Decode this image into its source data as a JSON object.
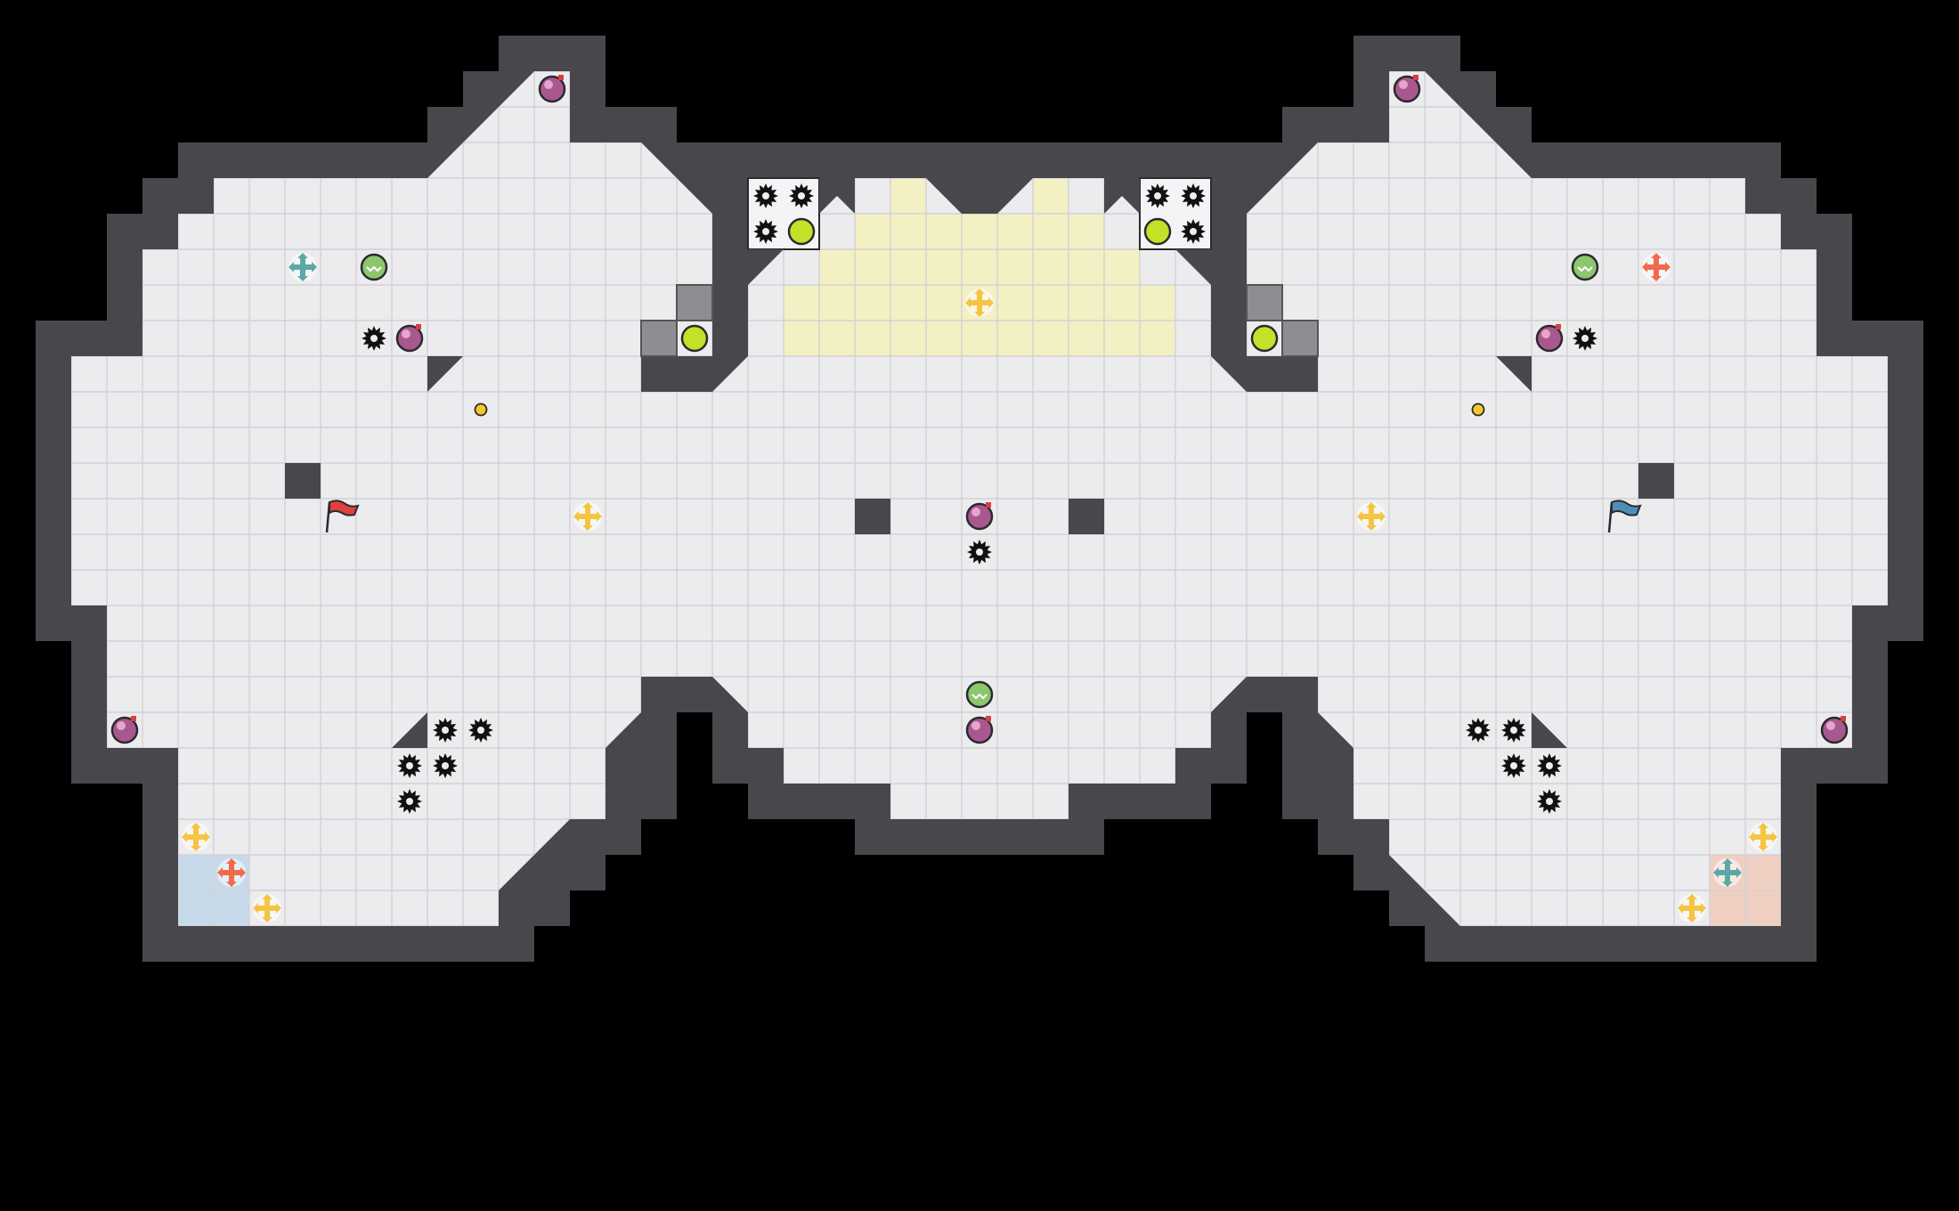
{
  "board": {
    "cols": 55,
    "rows": 34,
    "colors": {
      "background": "#000000",
      "wall": "#47474c",
      "floor": "#ececee",
      "grid": "#d2d2d6",
      "pad_yellow": "#f3f0c4",
      "base_blue": "#c7daea",
      "base_red": "#f0cfc3"
    }
  },
  "flags": [
    {
      "team": "red",
      "icon": "red-flag-icon",
      "color": "#e0413a",
      "col": 9.5,
      "row": 14.5
    },
    {
      "team": "blue",
      "icon": "blue-flag-icon",
      "color": "#4f8fb5",
      "col": 45.5,
      "row": 14.5
    }
  ],
  "powerups": [
    {
      "icon": "pink-bomb-icon",
      "col": 15.5,
      "row": 2.5
    },
    {
      "icon": "pink-bomb-icon",
      "col": 39.5,
      "row": 2.5
    },
    {
      "icon": "pink-bomb-icon",
      "col": 11.5,
      "row": 9.5
    },
    {
      "icon": "pink-bomb-icon",
      "col": 43.5,
      "row": 9.5
    },
    {
      "icon": "pink-bomb-icon",
      "col": 27.5,
      "row": 14.5
    },
    {
      "icon": "pink-bomb-icon",
      "col": 27.5,
      "row": 20.5
    },
    {
      "icon": "pink-bomb-icon",
      "col": 3.5,
      "row": 20.5
    },
    {
      "icon": "pink-bomb-icon",
      "col": 51.5,
      "row": 20.5
    },
    {
      "icon": "green-gate-icon",
      "col": 10.5,
      "row": 7.5
    },
    {
      "icon": "green-gate-icon",
      "col": 44.5,
      "row": 7.5
    },
    {
      "icon": "green-gate-icon",
      "col": 27.5,
      "row": 19.5
    },
    {
      "icon": "lime-orb-icon",
      "col": 22.5,
      "row": 6.5
    },
    {
      "icon": "lime-orb-icon",
      "col": 32.5,
      "row": 6.5
    },
    {
      "icon": "lime-orb-icon",
      "col": 19.5,
      "row": 9.5
    },
    {
      "icon": "lime-orb-icon",
      "col": 35.5,
      "row": 9.5
    },
    {
      "icon": "small-gold-dot-icon",
      "col": 13.5,
      "row": 11.5
    },
    {
      "icon": "small-gold-dot-icon",
      "col": 41.5,
      "row": 11.5
    }
  ],
  "spikes": [
    {
      "col": 21.5,
      "row": 5.5
    },
    {
      "col": 22.5,
      "row": 5.5
    },
    {
      "col": 21.5,
      "row": 6.5
    },
    {
      "col": 32.5,
      "row": 5.5
    },
    {
      "col": 33.5,
      "row": 5.5
    },
    {
      "col": 33.5,
      "row": 6.5
    },
    {
      "col": 10.5,
      "row": 9.5
    },
    {
      "col": 44.5,
      "row": 9.5
    },
    {
      "col": 27.5,
      "row": 15.5
    },
    {
      "col": 12.5,
      "row": 20.5
    },
    {
      "col": 13.5,
      "row": 20.5
    },
    {
      "col": 11.5,
      "row": 21.5
    },
    {
      "col": 12.5,
      "row": 21.5
    },
    {
      "col": 11.5,
      "row": 22.5
    },
    {
      "col": 41.5,
      "row": 20.5
    },
    {
      "col": 42.5,
      "row": 20.5
    },
    {
      "col": 42.5,
      "row": 21.5
    },
    {
      "col": 43.5,
      "row": 21.5
    },
    {
      "col": 43.5,
      "row": 22.5
    }
  ],
  "boosts": [
    {
      "team": "blue",
      "icon": "blue-boost-icon",
      "color": "#5ba8a8",
      "col": 8.5,
      "row": 7.5
    },
    {
      "team": "red",
      "icon": "red-boost-icon",
      "color": "#f26a4b",
      "col": 46.5,
      "row": 7.5
    },
    {
      "team": "neutral",
      "icon": "yellow-boost-icon",
      "color": "#f4c542",
      "col": 27.5,
      "row": 8.5
    },
    {
      "team": "neutral",
      "icon": "yellow-boost-icon",
      "color": "#f4c542",
      "col": 16.5,
      "row": 14.5
    },
    {
      "team": "neutral",
      "icon": "yellow-boost-icon",
      "color": "#f4c542",
      "col": 38.5,
      "row": 14.5
    },
    {
      "team": "neutral",
      "icon": "yellow-boost-icon",
      "color": "#f4c542",
      "col": 5.5,
      "row": 23.5
    },
    {
      "team": "red",
      "icon": "red-boost-icon",
      "color": "#f26a4b",
      "col": 6.5,
      "row": 24.5
    },
    {
      "team": "neutral",
      "icon": "yellow-boost-icon",
      "color": "#f4c542",
      "col": 7.5,
      "row": 25.5
    },
    {
      "team": "neutral",
      "icon": "yellow-boost-icon",
      "color": "#f4c542",
      "col": 49.5,
      "row": 23.5
    },
    {
      "team": "blue",
      "icon": "blue-boost-icon",
      "color": "#5ba8a8",
      "col": 48.5,
      "row": 24.5
    },
    {
      "team": "neutral",
      "icon": "yellow-boost-icon",
      "color": "#f4c542",
      "col": 47.5,
      "row": 25.5
    }
  ]
}
